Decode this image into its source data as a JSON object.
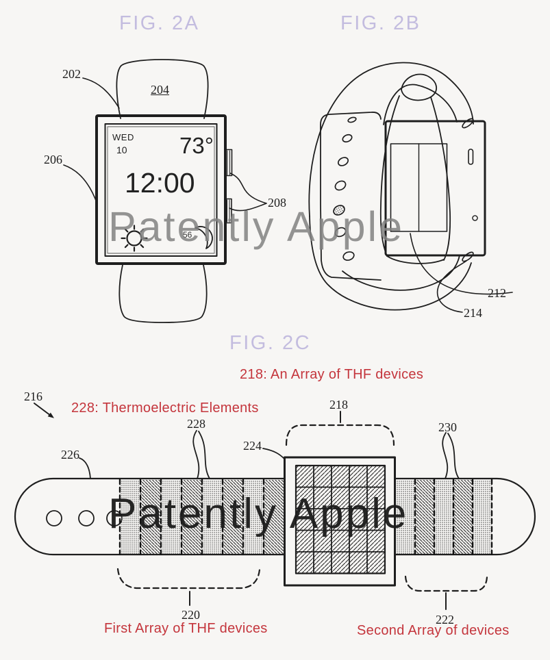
{
  "page": {
    "background": "#f7f6f4",
    "watermark_text": "Patently Apple"
  },
  "colors": {
    "figure_title": "#c3bcdf",
    "caption_red": "#c4353c",
    "line_art": "#1e1e1e",
    "watermark_top": "#828282",
    "watermark_bottom": "#1c1c1c"
  },
  "figures": {
    "fig2a": {
      "title": "FIG. 2A",
      "ref_labels": {
        "r202": "202",
        "r204": "204",
        "r206": "206",
        "r208": "208"
      },
      "watch_face": {
        "day": "WED",
        "date": "10",
        "temperature": "73°",
        "time": "12:00",
        "moon_value": "56"
      }
    },
    "fig2b": {
      "title": "FIG. 2B",
      "ref_labels": {
        "r212": "212",
        "r214": "214"
      }
    },
    "fig2c": {
      "title": "FIG. 2C",
      "captions": {
        "array_218": "218: An Array of THF devices",
        "elements_228": "228: Thermoelectric Elements",
        "first_array_220": "First Array of THF devices",
        "second_array_222": "Second Array of devices"
      },
      "ref_labels": {
        "r216": "216",
        "r218": "218",
        "r220": "220",
        "r222": "222",
        "r224": "224",
        "r226": "226",
        "r228": "228",
        "r230": "230"
      }
    }
  }
}
